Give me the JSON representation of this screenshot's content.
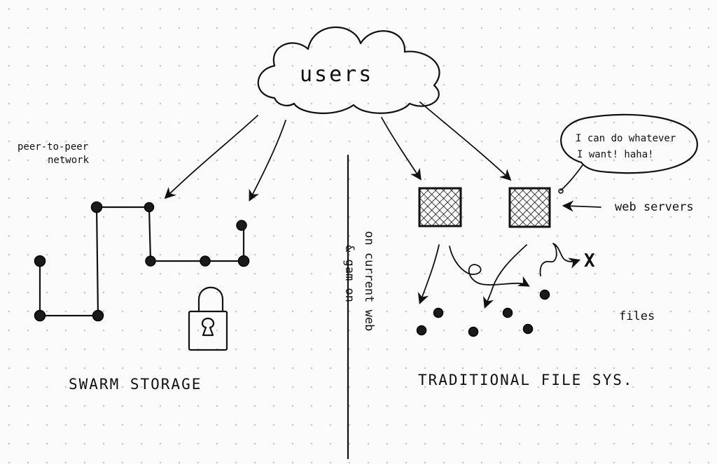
{
  "cloud": {
    "label": "users"
  },
  "left_side": {
    "network_label_line1": "peer-to-peer",
    "network_label_line2": "network",
    "title": "SWARM STORAGE"
  },
  "divider": {
    "label_line1": "on current web",
    "label_line2": "& gam on"
  },
  "right_side": {
    "speech_line1": "I can do whatever",
    "speech_line2": "I want! haha!",
    "servers_label": "web servers",
    "files_label": "files",
    "lost_marker": "X",
    "title": "TRADITIONAL FILE SYS."
  },
  "colors": {
    "ink": "#111111",
    "paper": "#fbfbfb",
    "dot_grid": "#c8c8c8"
  }
}
